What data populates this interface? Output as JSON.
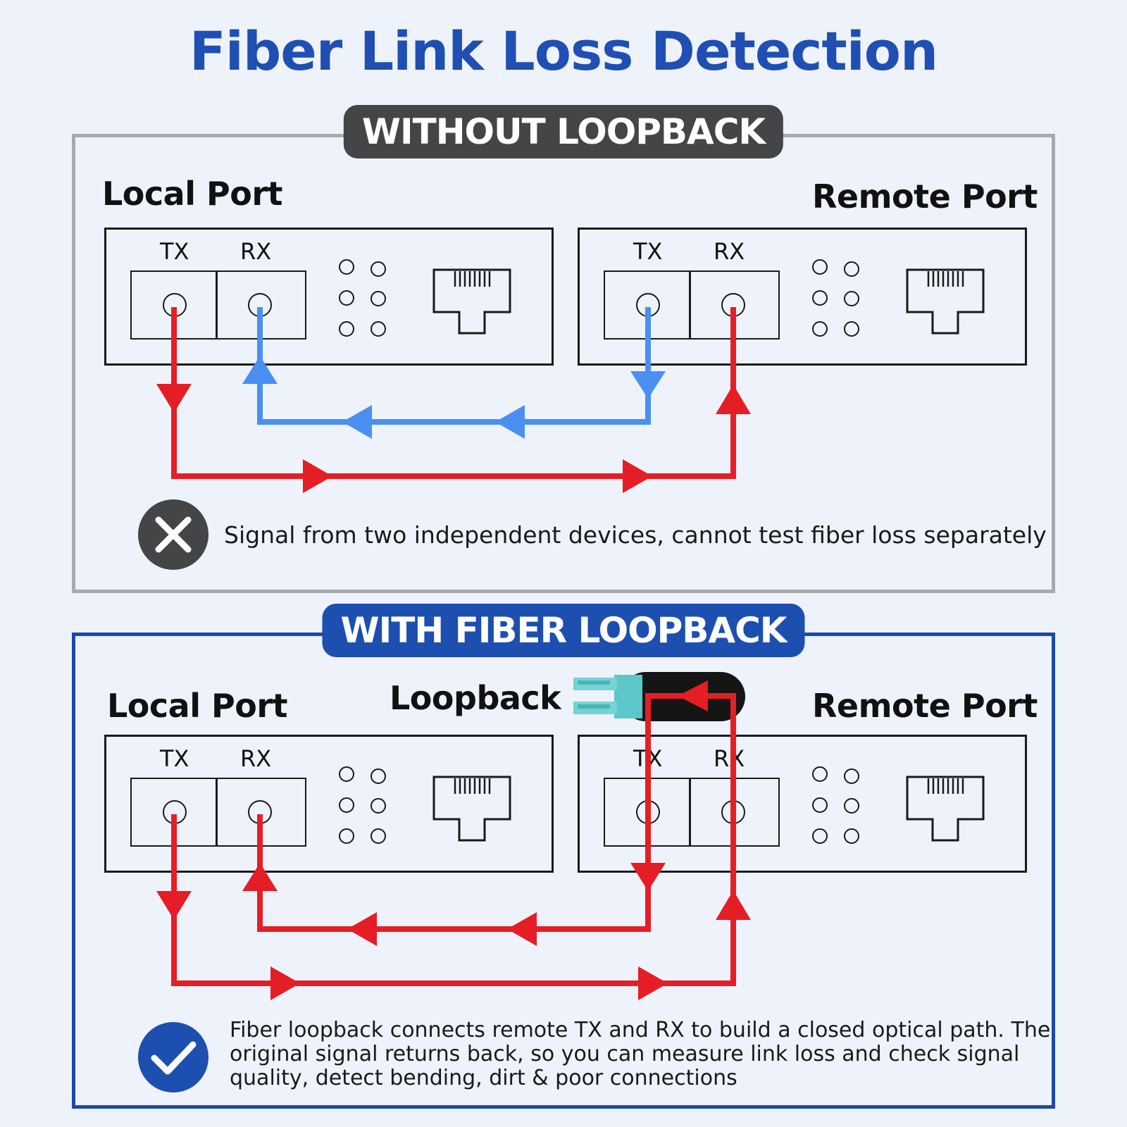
{
  "title": "Fiber Link Loss Detection",
  "without": {
    "badge": "WITHOUT LOOPBACK",
    "local_label": "Local Port",
    "remote_label": "Remote Port",
    "tx": "TX",
    "rx": "RX",
    "note": "Signal from two independent devices, cannot test fiber loss separately"
  },
  "with": {
    "badge": "WITH FIBER LOOPBACK",
    "local_label": "Local Port",
    "loopback_label": "Loopback",
    "remote_label": "Remote Port",
    "tx": "TX",
    "rx": "RX",
    "note_line1": "Fiber loopback connects remote TX and RX to build a closed optical path. The",
    "note_line2": "original signal returns back, so you can measure link loss and check signal",
    "note_line3": "quality, detect bending, dirt & poor connections"
  },
  "colors": {
    "title": "#1f4fb3",
    "signal_red": "#e51e25",
    "signal_blue": "#4a90f0",
    "badge_dark": "#444546",
    "badge_blue": "#1d4fb0",
    "connector_aqua": "#5cc6c9"
  },
  "icons": {
    "fail": "x-circle-icon",
    "pass": "check-circle-icon"
  }
}
